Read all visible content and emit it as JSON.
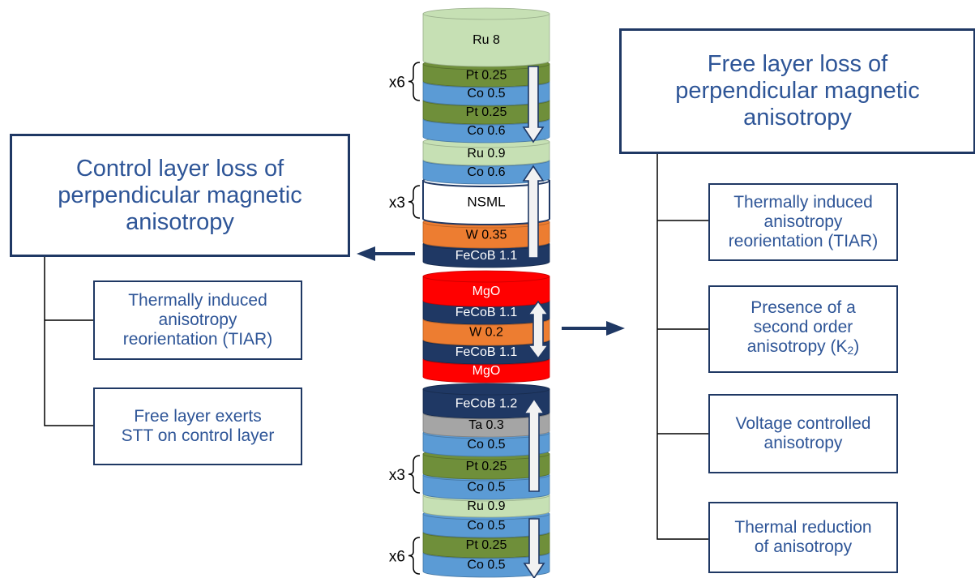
{
  "stack": {
    "layers": [
      {
        "label": "Ru 8",
        "color": "#c6e0b4"
      },
      {
        "label": "Pt 0.25",
        "color": "#6f8f3a"
      },
      {
        "label": "Co 0.5",
        "color": "#5b9bd5"
      },
      {
        "label": "Pt 0.25",
        "color": "#6f8f3a"
      },
      {
        "label": "Co 0.6",
        "color": "#5b9bd5"
      },
      {
        "label": "Ru 0.9",
        "color": "#c6e0b4"
      },
      {
        "label": "Co 0.6",
        "color": "#5b9bd5"
      },
      {
        "label": "NSML",
        "color": "#ffffff"
      },
      {
        "label": "W 0.35",
        "color": "#ed7d31"
      },
      {
        "label": "FeCoB 1.1",
        "color": "#1f3864"
      },
      {
        "label": "MgO",
        "color": "#ff0000"
      },
      {
        "label": "FeCoB 1.1",
        "color": "#1f3864"
      },
      {
        "label": "W 0.2",
        "color": "#ed7d31"
      },
      {
        "label": "FeCoB 1.1",
        "color": "#1f3864"
      },
      {
        "label": "MgO",
        "color": "#ff0000"
      },
      {
        "label": "FeCoB 1.2",
        "color": "#1f3864"
      },
      {
        "label": "Ta 0.3",
        "color": "#a5a5a5"
      },
      {
        "label": "Co 0.5",
        "color": "#5b9bd5"
      },
      {
        "label": "Pt 0.25",
        "color": "#6f8f3a"
      },
      {
        "label": "Co 0.5",
        "color": "#5b9bd5"
      },
      {
        "label": "Ru 0.9",
        "color": "#c6e0b4"
      },
      {
        "label": "Co 0.5",
        "color": "#5b9bd5"
      },
      {
        "label": "Pt 0.25",
        "color": "#6f8f3a"
      },
      {
        "label": "Co 0.5",
        "color": "#5b9bd5"
      }
    ],
    "repeats": [
      "x6",
      "x3",
      "x3",
      "x6"
    ]
  },
  "left": {
    "title": [
      "Control layer loss of",
      "perpendicular magnetic",
      "anisotropy"
    ],
    "items": [
      [
        "Thermally induced",
        "anisotropy",
        "reorientation (TIAR)"
      ],
      [
        "Free layer exerts",
        "STT on control layer"
      ]
    ]
  },
  "right": {
    "title": [
      "Free layer loss of",
      "perpendicular magnetic",
      "anisotropy"
    ],
    "items": [
      [
        "Thermally induced",
        "anisotropy",
        "reorientation (TIAR)"
      ],
      [
        "Presence of a",
        "second order",
        "anisotropy (K",
        "2",
        ")"
      ],
      [
        "Voltage controlled",
        "anisotropy"
      ],
      [
        "Thermal reduction",
        "of anisotropy"
      ]
    ]
  },
  "colors": {
    "box_border": "#1f3864",
    "box_text": "#2e5597",
    "connector": "#1f3864",
    "arrow_fill": "#f2f2f2",
    "arrow_stroke": "#1f3864"
  }
}
